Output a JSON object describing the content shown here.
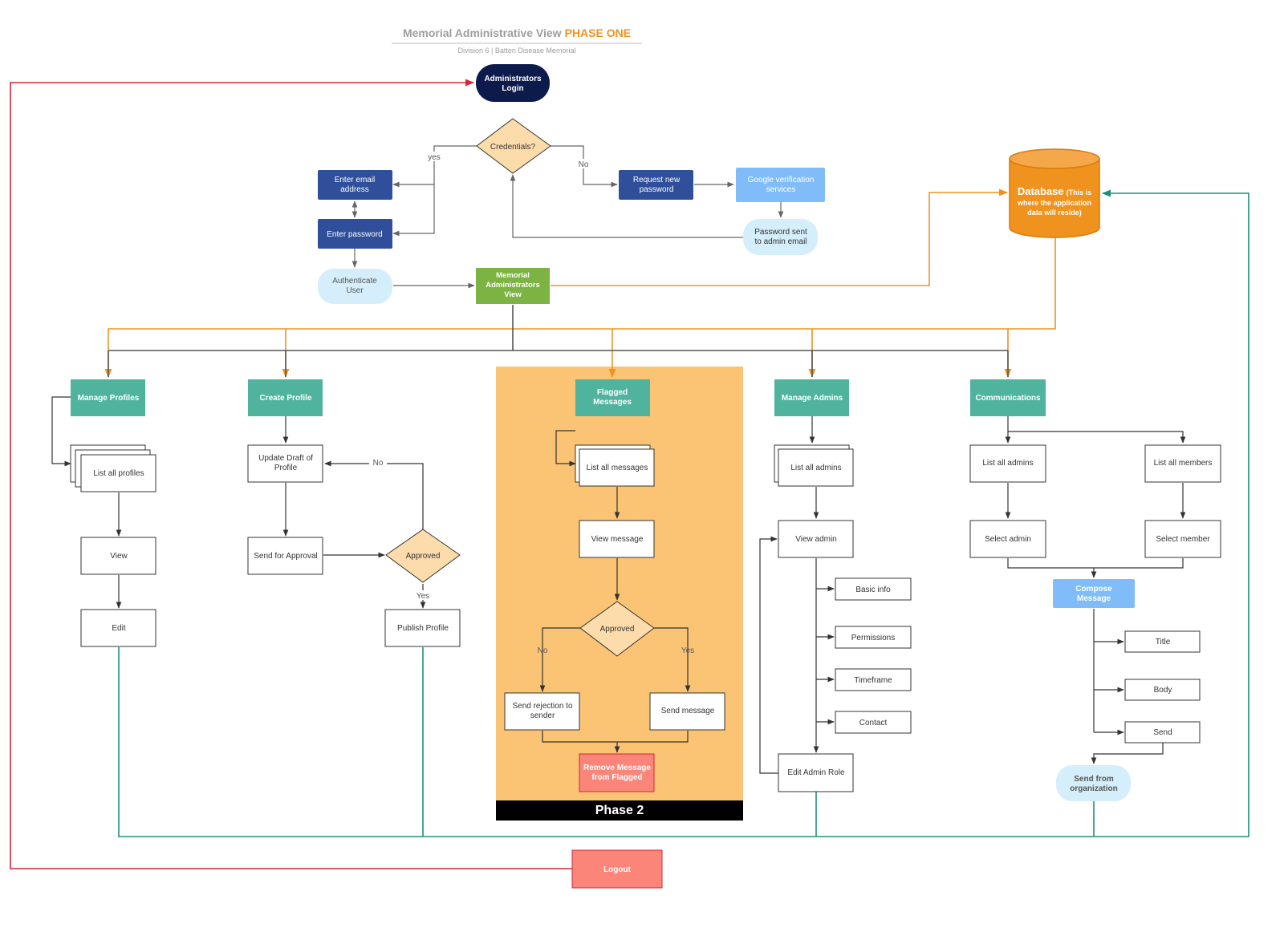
{
  "header": {
    "title": "Memorial Administrative View",
    "title_accent": "PHASE ONE",
    "subtitle": "Division 6 | Batten Disease Memorial"
  },
  "colors": {
    "navy": "#0d1b4c",
    "blue": "#2f4f9a",
    "light_blue": "#80bdf8",
    "pale_blue": "#d5eefb",
    "green": "#7cb342",
    "teal": "#4fb39e",
    "orange": "#f0921e",
    "phase_bg": "#fbc475",
    "diamond": "#fddcab",
    "red_box": "#fa8578",
    "red_line": "#d1283a",
    "teal_line": "#1e8f7a"
  },
  "nodes": {
    "admin_login": "Administrators Login",
    "credentials": "Credentials?",
    "enter_email": "Enter email address",
    "enter_password": "Enter password",
    "authenticate": "Authenticate User",
    "request_password": "Request new password",
    "google_verify": "Google verification services",
    "password_sent": "Password sent to admin email",
    "memorial_view": "Memorial Administrators View",
    "database": "Database",
    "database_note": "(This is where the application data will reside)",
    "manage_profiles": "Manage Profiles",
    "list_profiles": "List all profiles",
    "view": "View",
    "edit": "Edit",
    "create_profile": "Create Profile",
    "update_draft": "Update Draft of Profile",
    "send_approval": "Send for Approval",
    "approved_profile": "Approved",
    "publish_profile": "Publish Profile",
    "flagged_messages": "Flagged Messages",
    "list_messages": "List all messages",
    "view_message": "View message",
    "approved_message": "Approved",
    "send_rejection": "Send rejection to sender",
    "send_message": "Send message",
    "remove_message": "Remove Message from Flagged",
    "phase2": "Phase 2",
    "manage_admins": "Manage Admins",
    "list_admins": "List all admins",
    "view_admin": "View admin",
    "basic_info": "Basic info",
    "permissions": "Permissions",
    "timeframe": "Timeframe",
    "contact": "Contact",
    "edit_admin_role": "Edit Admin Role",
    "communications": "Communications",
    "list_admins_comm": "List all admins",
    "list_members": "List all members",
    "select_admin": "Select admin",
    "select_member": "Select member",
    "compose_message": "Compose Message",
    "title_field": "Title",
    "body_field": "Body",
    "send": "Send",
    "send_from_org": "Send from organization",
    "logout": "Logout"
  },
  "edge_labels": {
    "yes": "yes",
    "no": "No",
    "profile_no": "No",
    "profile_yes": "Yes",
    "msg_no": "No",
    "msg_yes": "Yes"
  }
}
